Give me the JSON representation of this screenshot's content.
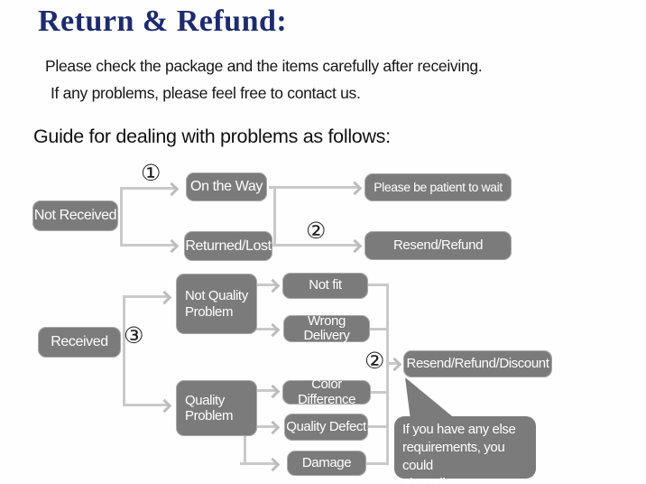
{
  "page": {
    "title": "Return & Refund:",
    "intro_line1": "Please check the package and the items carefully after receiving.",
    "intro_line2": "If any problems, please feel free to contact us.",
    "guide_heading": "Guide for dealing with problems as follows:"
  },
  "colors": {
    "title_text": "#1d2b6e",
    "node_background": "#7b7b7b",
    "node_text": "#ffffff",
    "connector_line": "#c9c9c9",
    "body_text": "#161616"
  },
  "flowchart": {
    "markers": {
      "step1": "①",
      "step2": "②",
      "step3": "③"
    },
    "nodes": {
      "not_received": "Not Received",
      "on_the_way": "On the Way",
      "returned_lost": "Returned/Lost",
      "please_wait": "Please be patient to wait",
      "resend_refund": "Resend/Refund",
      "received": "Received",
      "not_quality_problem": "Not Quality Problem",
      "not_fit": "Not fit",
      "wrong_delivery": "Wrong Delivery",
      "quality_problem": "Quality Problem",
      "color_difference": "Color Difference",
      "quality_defect": "Quality Defect",
      "damage": "Damage",
      "resend_refund_discount": "Resend/Refund/Discount"
    },
    "note": {
      "line1": "If you have any else",
      "line2": "requirements, you could",
      "line3": "also tell us!"
    }
  }
}
